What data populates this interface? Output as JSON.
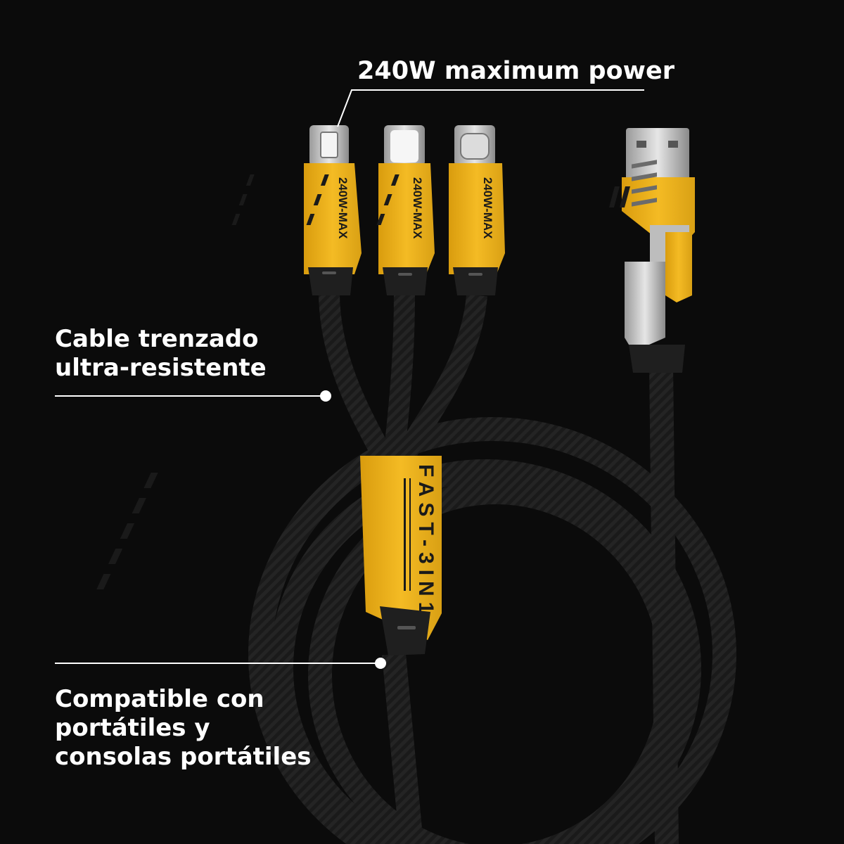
{
  "annotations": {
    "power": {
      "text": "240W maximum power"
    },
    "cable": {
      "lines": [
        "Cable trenzado",
        "ultra-resistente"
      ]
    },
    "compat": {
      "lines": [
        "Compatible con",
        "portátiles y",
        "consolas portátiles"
      ]
    }
  },
  "connectors": {
    "labels": [
      "240W-MAX",
      "240W-MAX",
      "240W-MAX"
    ],
    "hub_label": "FAST-3IN1"
  },
  "colors": {
    "background": "#0b0b0b",
    "accent_yellow": "#f2b51c",
    "metal": "#cfcfcf",
    "cable": "#1c1c1c",
    "text": "#ffffff"
  }
}
